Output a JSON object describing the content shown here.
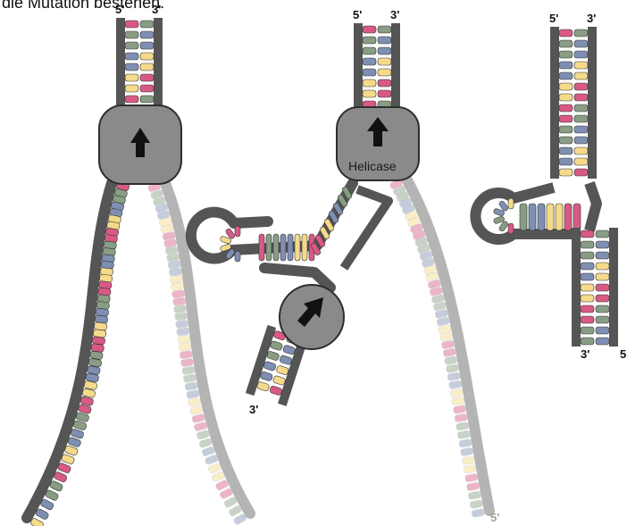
{
  "caption": "die Mutation bestehen.",
  "colors": {
    "backbone": "#555555",
    "backbone_faded": "#b4b4b4",
    "nucleotides": [
      "#d85a84",
      "#f4da8a",
      "#7f8fb2",
      "#889d84"
    ],
    "enzyme_fill": "#8a8a8a",
    "enzyme_stroke": "#2e2e2e",
    "arrow": "#111111"
  },
  "panels": [
    {
      "labels": {
        "top_left": "5'",
        "top_right": "3'"
      },
      "enzyme": {
        "label": "",
        "icon": "up-arrow-icon"
      }
    },
    {
      "labels": {
        "top_left": "5'",
        "top_right": "3'",
        "lower_strand_end": "3'",
        "faded_end": "5'"
      },
      "helicase": {
        "label": "Helicase",
        "icon": "up-arrow-icon"
      },
      "polymerase": {
        "label": "",
        "icon": "diagonal-arrow-icon"
      }
    },
    {
      "labels": {
        "top_left": "5'",
        "top_right": "3'",
        "bottom_left": "3'",
        "bottom_right": "5"
      }
    }
  ]
}
